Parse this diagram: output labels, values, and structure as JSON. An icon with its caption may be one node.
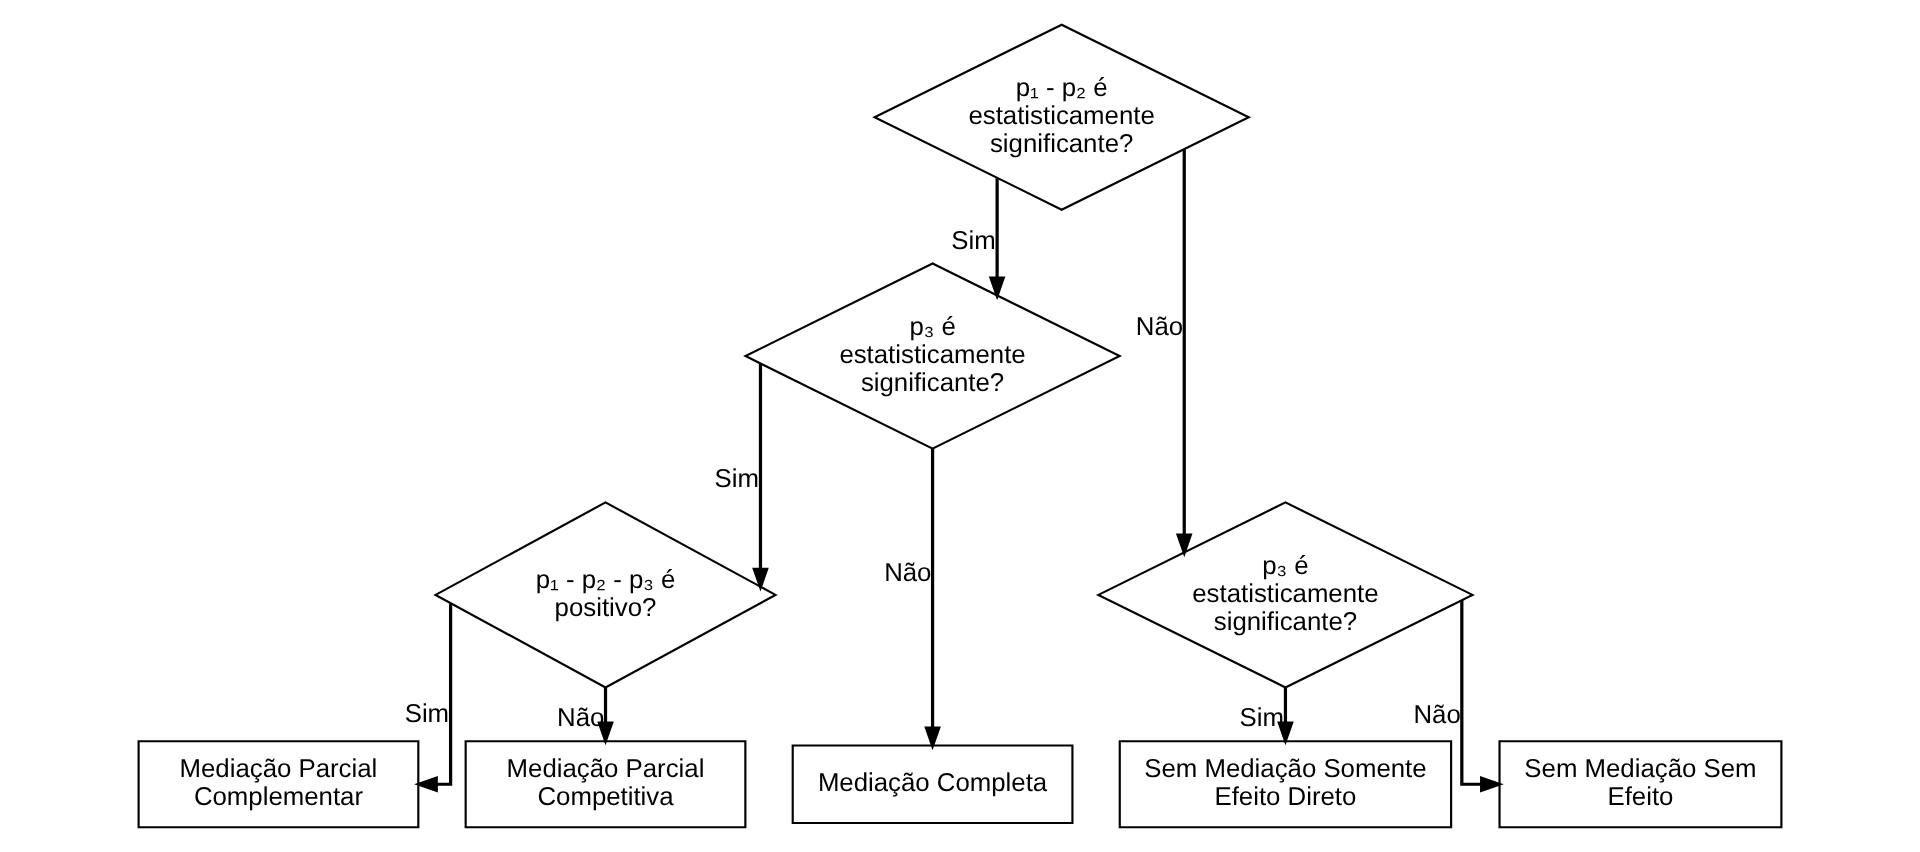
{
  "diagram": {
    "nodes": [
      {
        "text": [
          "p₁ - p₂ é estatisticamente significante?"
        ]
      },
      {
        "text": [
          "p₃ é estatisticamente significante?"
        ]
      },
      {
        "text": [
          "p₃ é estatisticamente significante?"
        ]
      },
      {
        "text": [
          "p₁ - p₂ - p₃ é positivo?"
        ]
      },
      {
        "text": [
          "Mediação Parcial Complementar"
        ]
      },
      {
        "text": [
          "Mediação Parcial Competitiva"
        ]
      },
      {
        "text": [
          "Mediação Completa"
        ]
      },
      {
        "text": [
          "Sem Mediação Somente Efeito Direto"
        ]
      },
      {
        "text": [
          "Sem Mediação Sem Efeito"
        ]
      }
    ],
    "edges": [
      {
        "from": 0,
        "to": 1,
        "arrow": "to",
        "label": "Sim"
      },
      {
        "from": 0,
        "to": 2,
        "arrow": "to",
        "label": "Não"
      },
      {
        "from": 1,
        "to": 3,
        "arrow": "to",
        "label": "Sim"
      },
      {
        "from": 1,
        "to": 6,
        "arrow": "to",
        "label": "Não"
      },
      {
        "from": 3,
        "to": 4,
        "arrow": "to",
        "label": "Sim"
      },
      {
        "from": 3,
        "to": 5,
        "arrow": "to",
        "label": "Não"
      },
      {
        "from": 2,
        "to": 7,
        "arrow": "to",
        "label": "Sim"
      },
      {
        "from": 2,
        "to": 8,
        "arrow": "to",
        "label": "Não"
      }
    ]
  }
}
